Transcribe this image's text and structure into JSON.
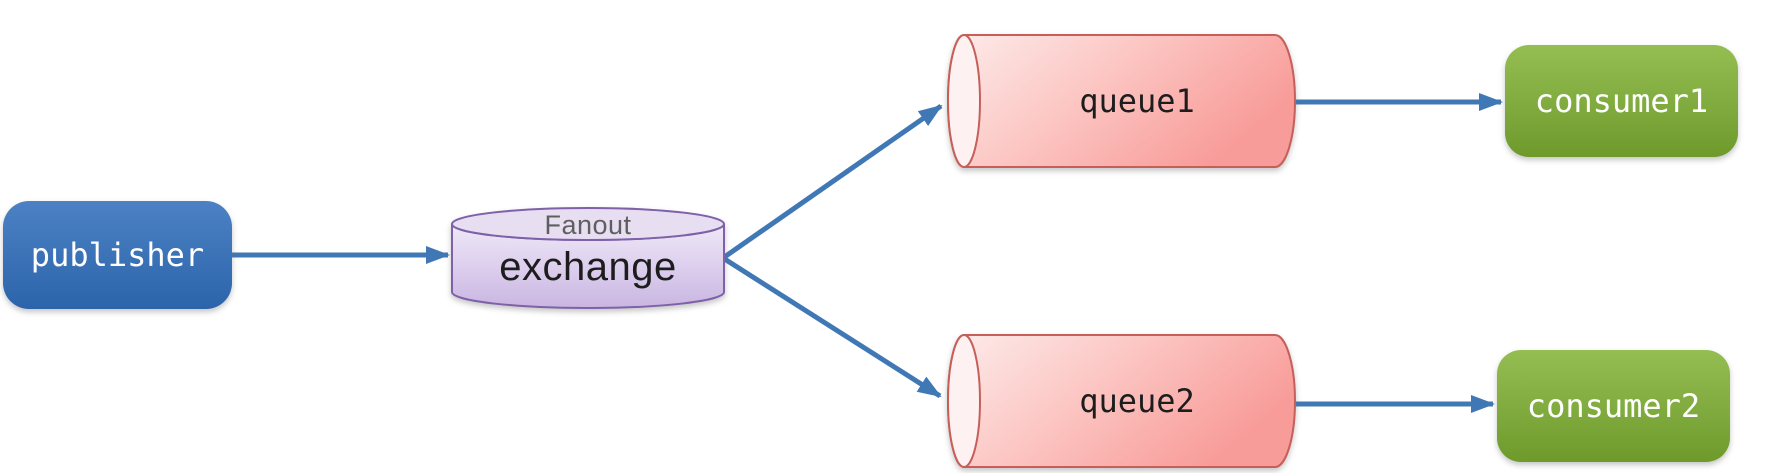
{
  "diagram": {
    "kind": "fanout-message-flow",
    "nodes": {
      "publisher": {
        "label": "publisher"
      },
      "exchange": {
        "label": "exchange",
        "type_label": "Fanout"
      },
      "queue1": {
        "label": "queue1"
      },
      "queue2": {
        "label": "queue2"
      },
      "consumer1": {
        "label": "consumer1"
      },
      "consumer2": {
        "label": "consumer2"
      }
    },
    "edges": [
      {
        "from": "publisher",
        "to": "exchange"
      },
      {
        "from": "exchange",
        "to": "queue1"
      },
      {
        "from": "exchange",
        "to": "queue2"
      },
      {
        "from": "queue1",
        "to": "consumer1"
      },
      {
        "from": "queue2",
        "to": "consumer2"
      }
    ],
    "colors": {
      "publisher_fill_top": "#4c82c4",
      "publisher_fill_bottom": "#2c64ab",
      "consumer_fill_top": "#95be52",
      "consumer_fill_bottom": "#6e9a2c",
      "queue_fill_light": "#fdeceb",
      "queue_fill_dark": "#f89c99",
      "queue_border": "#c65f5a",
      "exchange_fill_light": "#efe9f7",
      "exchange_fill_dark": "#c9b6e1",
      "exchange_border": "#7e61a9",
      "arrow": "#4078b6",
      "label_on_dark": "#ffffff",
      "label_on_light": "#1d1d1d",
      "sublabel": "#5f5f5f",
      "background": "#ffffff"
    }
  }
}
